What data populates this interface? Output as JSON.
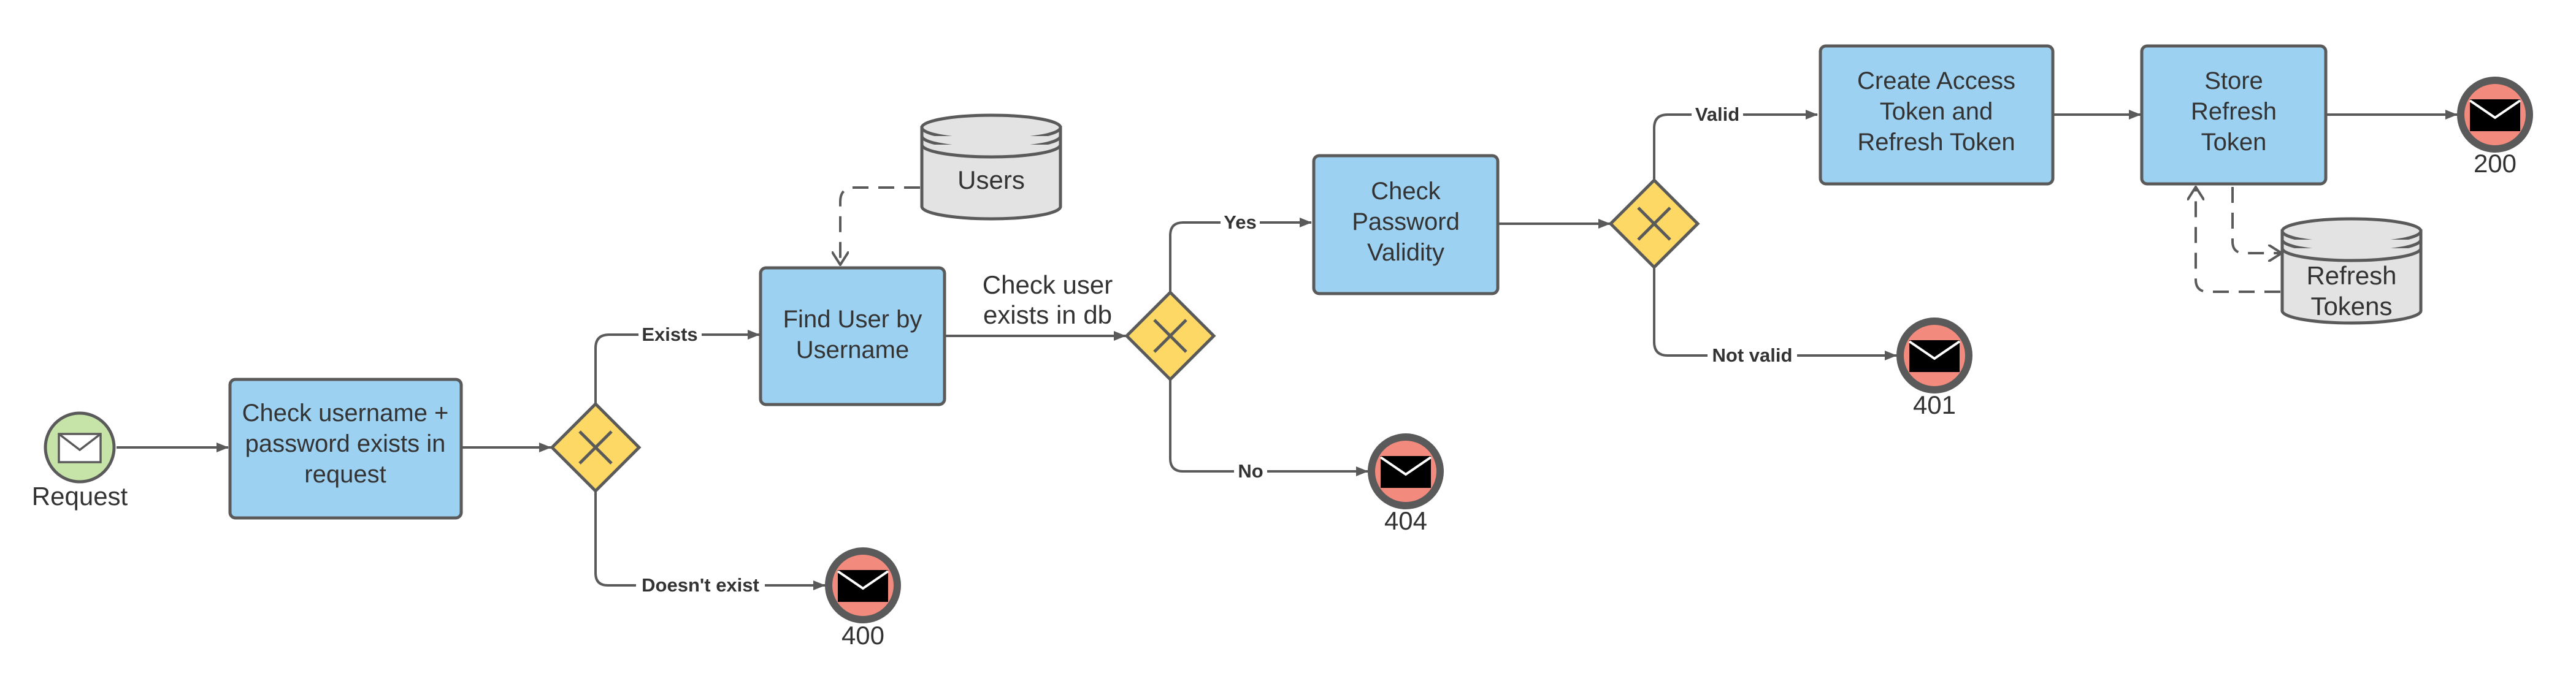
{
  "events": {
    "start": "Request",
    "end_400": "400",
    "end_404": "404",
    "end_401": "401",
    "end_200": "200"
  },
  "tasks": {
    "check_request": [
      "Check username +",
      "password exists in",
      "request"
    ],
    "find_user": [
      "Find User by",
      "Username"
    ],
    "check_password": [
      "Check",
      "Password",
      "Validity"
    ],
    "create_tokens": [
      "Create Access",
      "Token and",
      "Refresh Token"
    ],
    "store_token": [
      "Store",
      "Refresh",
      "Token"
    ]
  },
  "data_stores": {
    "users": "Users",
    "refresh_tokens": [
      "Refresh",
      "Tokens"
    ]
  },
  "annotations": {
    "check_user_db": [
      "Check user",
      "exists in db"
    ]
  },
  "edge_labels": {
    "exists": "Exists",
    "doesnt_exist": "Doesn't exist",
    "yes": "Yes",
    "no": "No",
    "valid": "Valid",
    "not_valid": "Not valid"
  },
  "colors": {
    "task_fill": "#9dd1f1",
    "gateway_fill": "#fdd865",
    "start_fill": "#c6e4a7",
    "end_fill": "#f28b7d",
    "datastore_fill": "#e3e3e3",
    "stroke": "#5a5a5a"
  },
  "icons": {
    "start_event": "envelope-icon",
    "end_event": "envelope-filled-icon",
    "gateway": "x-icon"
  }
}
